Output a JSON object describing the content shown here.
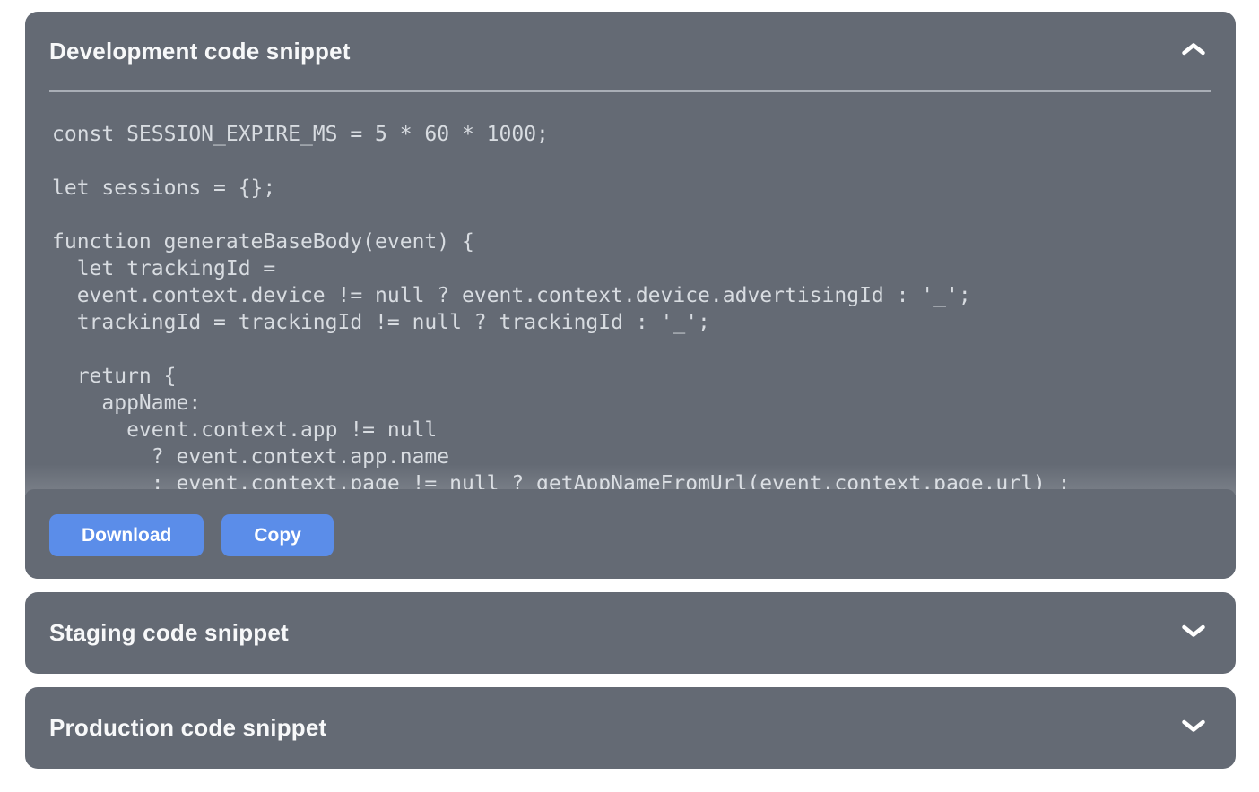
{
  "accordion": {
    "panels": [
      {
        "id": "development",
        "title": "Development code snippet",
        "state": "expanded",
        "chevron_icon": "chevron-up-icon",
        "code": "const SESSION_EXPIRE_MS = 5 * 60 * 1000;\n\nlet sessions = {};\n\nfunction generateBaseBody(event) {\n  let trackingId =\n  event.context.device != null ? event.context.device.advertisingId : '_';\n  trackingId = trackingId != null ? trackingId : '_';\n\n  return {\n    appName:\n      event.context.app != null\n        ? event.context.app.name\n        : event.context.page != null ? getAppNameFromUrl(event.context.page.url) :",
        "actions": [
          {
            "label": "Download"
          },
          {
            "label": "Copy"
          }
        ]
      },
      {
        "id": "staging",
        "title": "Staging code snippet",
        "state": "collapsed",
        "chevron_icon": "chevron-down-icon"
      },
      {
        "id": "production",
        "title": "Production code snippet",
        "state": "collapsed",
        "chevron_icon": "chevron-down-icon"
      }
    ]
  },
  "colors": {
    "page_bg": "#ffffff",
    "panel_bg": "#646a74",
    "title_text": "#f7f8f9",
    "code_text": "#d8dce1",
    "divider": "#a9aeb6",
    "button_bg": "#5b8de9",
    "button_text": "#ffffff"
  }
}
